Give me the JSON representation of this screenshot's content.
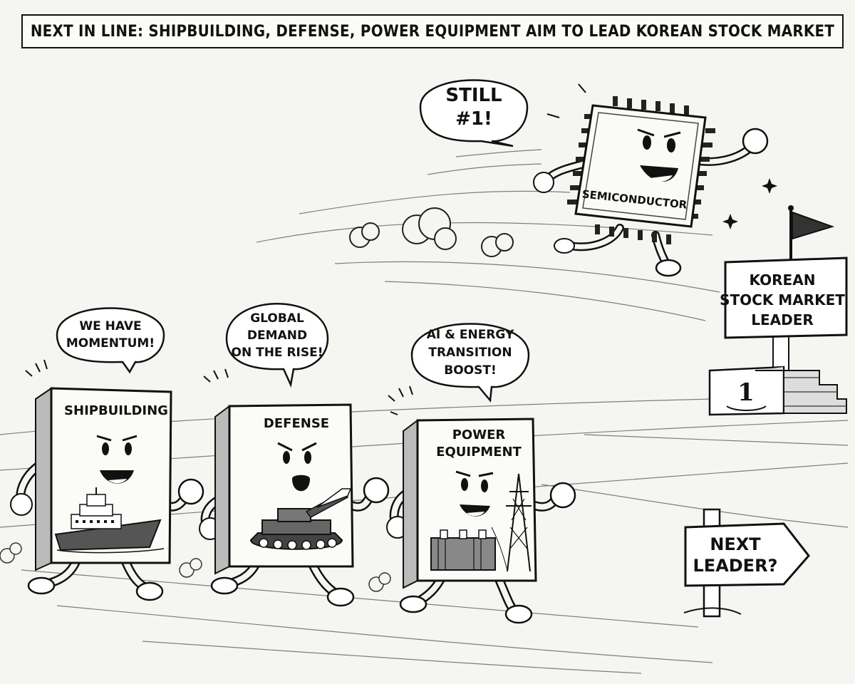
{
  "title": "NEXT IN LINE: SHIPBUILDING, DEFENSE, POWER EQUIPMENT AIM TO LEAD KOREAN STOCK MARKET",
  "leader": {
    "label": "SEMICONDUCTOR",
    "speech": [
      "STILL",
      "#1!"
    ]
  },
  "podium": {
    "sign": [
      "KOREAN",
      "STOCK MARKET",
      "LEADER"
    ],
    "rank": "1"
  },
  "next_sign": [
    "NEXT",
    "LEADER?"
  ],
  "runners": [
    {
      "label": "SHIPBUILDING",
      "speech": [
        "WE HAVE",
        "MOMENTUM!"
      ],
      "icon": "ship-icon"
    },
    {
      "label": "DEFENSE",
      "speech": [
        "GLOBAL",
        "DEMAND",
        "ON THE RISE!"
      ],
      "icon": "tank-icon"
    },
    {
      "label_lines": [
        "POWER",
        "EQUIPMENT"
      ],
      "speech": [
        "AI & ENERGY",
        "TRANSITION",
        "BOOST!"
      ],
      "icon": "power-tower-icon"
    }
  ]
}
